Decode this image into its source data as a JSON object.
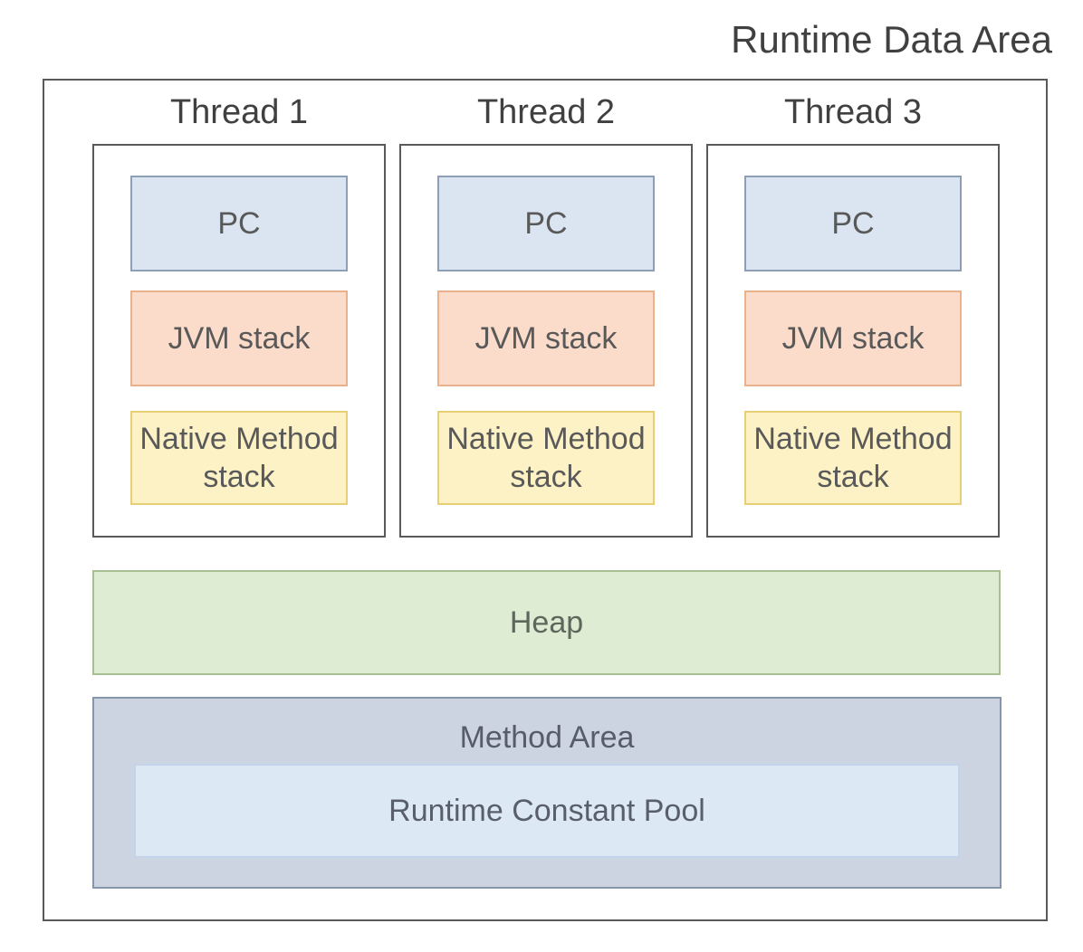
{
  "title": "Runtime Data Area",
  "diagram": {
    "threads": [
      {
        "label": "Thread 1",
        "pc": "PC",
        "jvm_stack": "JVM stack",
        "native_stack": "Native Method stack"
      },
      {
        "label": "Thread 2",
        "pc": "PC",
        "jvm_stack": "JVM stack",
        "native_stack": "Native Method stack"
      },
      {
        "label": "Thread 3",
        "pc": "PC",
        "jvm_stack": "JVM stack",
        "native_stack": "Native Method stack"
      }
    ],
    "heap": "Heap",
    "method_area": "Method Area",
    "runtime_constant_pool": "Runtime Constant Pool"
  },
  "colors": {
    "outline": "#595959",
    "title_text": "#404040",
    "label_text": "#595959",
    "pc_fill": "#dbe5f1",
    "pc_border": "#8e9fb5",
    "jvm_stack_fill": "#fbdcca",
    "jvm_stack_border": "#eab28c",
    "native_stack_fill": "#fdf2c6",
    "native_stack_border": "#e8cf76",
    "heap_fill": "#dfecd4",
    "heap_border": "#a8bf92",
    "method_area_fill": "#cdd4e1",
    "method_area_border": "#8896ab",
    "runtime_constant_pool_fill": "#dde8f5",
    "runtime_constant_pool_border": "#c3d3e8"
  }
}
